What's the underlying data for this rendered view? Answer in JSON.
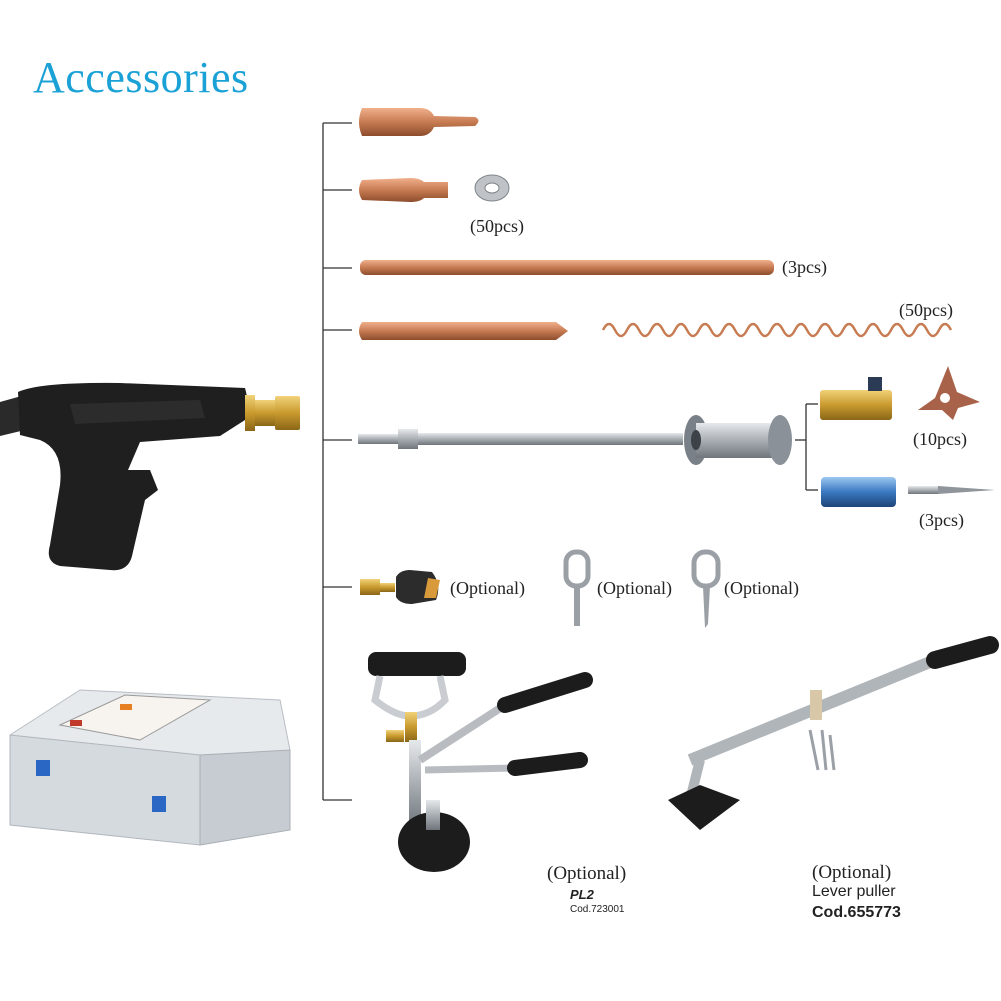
{
  "title": "Accessories",
  "labels": {
    "washers_qty": "(50pcs)",
    "rod_qty": "(3pcs)",
    "coil_qty": "(50pcs)",
    "star_qty": "(10pcs)",
    "pin_qty": "(3pcs)",
    "adapter_optional": "(Optional)",
    "key1_optional": "(Optional)",
    "key2_optional": "(Optional)",
    "pl2_optional": "(Optional)",
    "pl2_name": "PL2",
    "pl2_code": "Cod.723001",
    "lever_optional": "(Optional)",
    "lever_name": "Lever puller",
    "lever_code": "Cod.655773"
  },
  "colors": {
    "title": "#1aa1d6",
    "copper": "#c77b52",
    "steel": "#a9aeb3",
    "black": "#1c1c1c"
  }
}
